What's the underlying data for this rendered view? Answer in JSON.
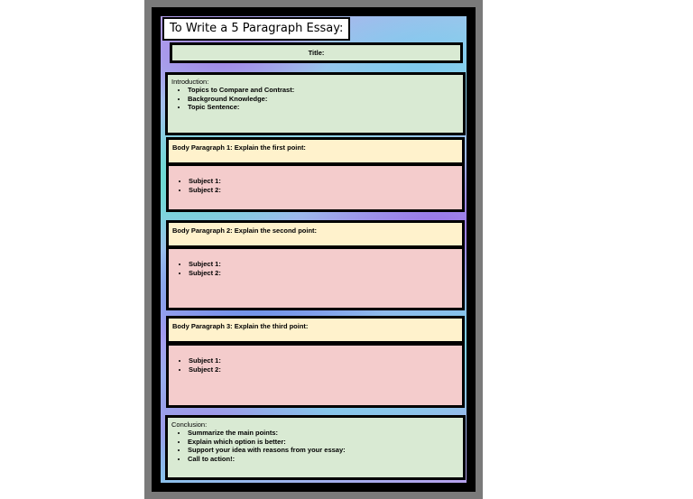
{
  "document": {
    "heading": "To Write a 5 Paragraph Essay:",
    "title_label": "Title:",
    "introduction": {
      "label": "Introduction:",
      "items": [
        "Topics to Compare and Contrast:",
        "Background Knowledge:",
        "Topic Sentence:"
      ]
    },
    "body_paragraphs": [
      {
        "heading": "Body Paragraph 1: Explain the first point:",
        "items": [
          "Subject 1:",
          "Subject 2:"
        ]
      },
      {
        "heading": "Body Paragraph 2: Explain the second point:",
        "items": [
          "Subject 1:",
          "Subject 2:"
        ]
      },
      {
        "heading": "Body Paragraph 3: Explain the third point:",
        "items": [
          "Subject 1:",
          "Subject 2:"
        ]
      }
    ],
    "conclusion": {
      "label": "Conclusion:",
      "items": [
        "Summarize the main points:",
        "Explain which option is better:",
        "Support your idea with reasons from your essay:",
        "Call to action!:"
      ]
    }
  },
  "colors": {
    "green_box": "#d9ead3",
    "yellow_box": "#fff2cc",
    "pink_box": "#f4cccc",
    "border": "#000000",
    "frame": "#7a7a7a"
  }
}
